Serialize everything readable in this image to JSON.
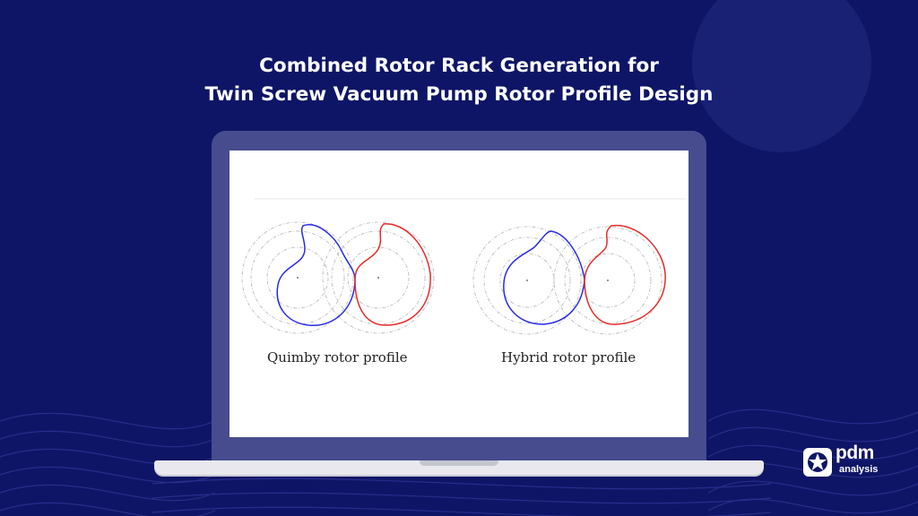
{
  "title": {
    "line1": "Combined Rotor Rack Generation for",
    "line2": "Twin Screw Vacuum Pump Rotor Profile Design"
  },
  "figures": [
    {
      "caption": "Quimby rotor profile",
      "left_color": "#2a2ae6",
      "right_color": "#e62a2a"
    },
    {
      "caption": "Hybrid rotor profile",
      "left_color": "#2a2ae6",
      "right_color": "#e62a2a"
    }
  ],
  "logo": {
    "name": "pdm",
    "sub": "analysis",
    "icon": "star-gear-icon"
  },
  "colors": {
    "background": "#0f1566",
    "laptop_frame": "#464c8e",
    "accent_blue": "#2a2ae6",
    "accent_red": "#e62a2a"
  }
}
